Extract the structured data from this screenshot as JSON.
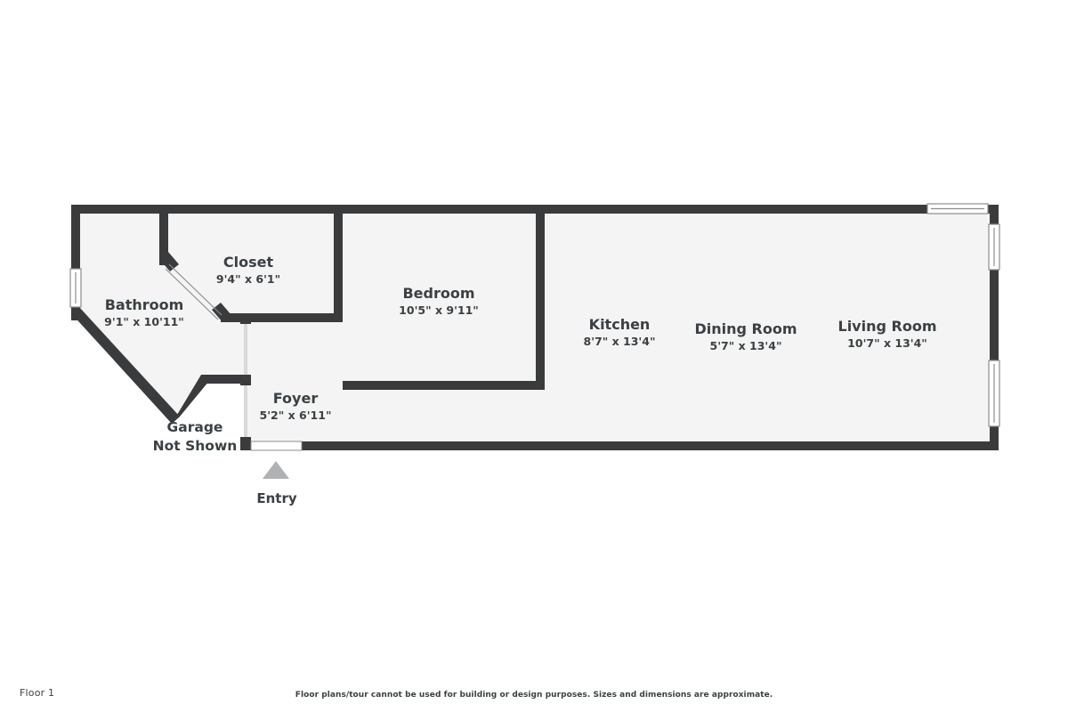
{
  "plan": {
    "colors": {
      "wall": "#3a3b3d",
      "floor_fill": "#f4f4f4",
      "text": "#3b4044",
      "window_frame": "#8b8d8f",
      "entry_marker": "#b0b1b2",
      "background": "#ffffff"
    },
    "rooms": [
      {
        "key": "bathroom",
        "name": "Bathroom",
        "dims": "9'1\" x 10'11\""
      },
      {
        "key": "closet",
        "name": "Closet",
        "dims": "9'4\" x 6'1\""
      },
      {
        "key": "bedroom",
        "name": "Bedroom",
        "dims": "10'5\" x 9'11\""
      },
      {
        "key": "foyer",
        "name": "Foyer",
        "dims": "5'2\" x 6'11\""
      },
      {
        "key": "kitchen",
        "name": "Kitchen",
        "dims": "8'7\" x 13'4\""
      },
      {
        "key": "dining_room",
        "name": "Dining Room",
        "dims": "5'7\" x 13'4\""
      },
      {
        "key": "living_room",
        "name": "Living Room",
        "dims": "10'7\" x 13'4\""
      }
    ],
    "notes": {
      "garage_line1": "Garage",
      "garage_line2": "Not Shown",
      "entry": "Entry"
    }
  },
  "footer": {
    "floor_label": "Floor 1",
    "disclaimer": "Floor plans/tour cannot be used for building or design purposes. Sizes and dimensions are approximate."
  }
}
